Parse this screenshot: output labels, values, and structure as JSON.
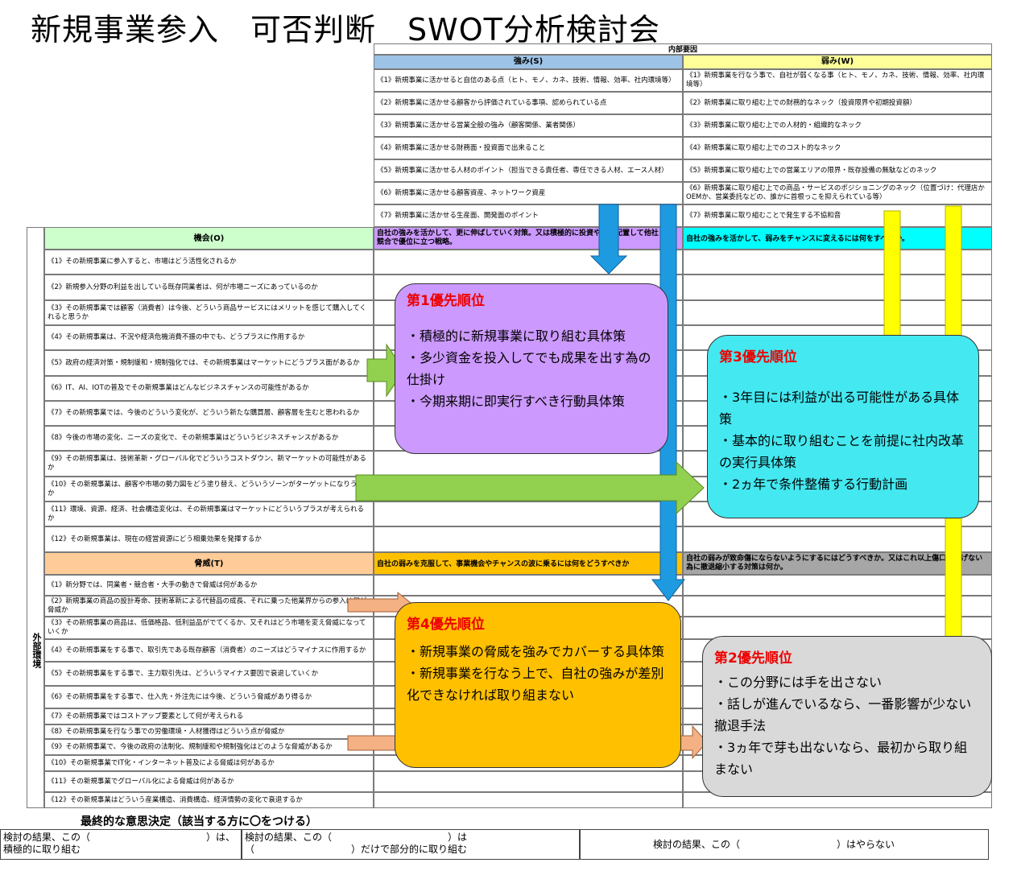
{
  "title": "新規事業参入　可否判断　SWOT分析検討会",
  "internal_header": "内部要因",
  "strength_header": "強み(S)",
  "weakness_header": "弱み(W)",
  "strengths": [
    "《1》新規事業に活かせると自信のある点（ヒト、モノ、カネ、技術、情報、効率、社内環境等）",
    "《2》新規事業に活かせる顧客から評価されている事項、認められている点",
    "《3》新規事業に活かせる営業全般の強み（顧客関係、業者関係）",
    "《4》新規事業に活かせる財務面・投資面で出来ること",
    "《5》新規事業に活かせる人材のポイント（担当できる責任者、専任できる人材、エース人材）",
    "《6》新規事業に活かせる顧客資産、ネットワーク資産",
    "《7》新規事業に活かせる生産面、開発面のポイント"
  ],
  "weaknesses": [
    "《1》新規事業を行なう事で、自社が弱くなる事（ヒト、モノ、カネ、技術、情報、効率、社内環境等）",
    "《2》新規事業に取り組む上での財務的なネック（投資限界や初期投資額）",
    "《3》新規事業に取り組む上での人材的・組織的なネック",
    "《4》新規事業に取り組む上でのコスト的なネック",
    "《5》新規事業に取り組む上での営業エリアの限界・既存設備の無駄などのネック",
    "《6》新規事業に取り組む上での商品・サービスのポジショニングのネック（位置づけ：代理店かOEMか、営業委託などの、誰かに首根っこを抑えられている等）",
    "《7》新規事業に取り組むことで発生する不協和音"
  ],
  "external_label": "外部環境",
  "opportunity_header": "機会(O)",
  "so_header": "自社の強みを活かして、更に伸ばしていく対策。又は積極的に投資や人材配置して他社との競合で優位に立つ戦略。",
  "wo_header": "自社の強みを活かして、弱みをチャンスに変えるには何をすべきか。",
  "opportunities": [
    "《1》その新規事業に参入すると、市場はどう活性化されるか",
    "《2》新規参入分野の利益を出している既存同業者は、何が市場ニーズにあっているのか",
    "《3》その新規事業では顧客（消費者）は今後、どういう商品サービスにはメリットを感じて購入してくれると思うか",
    "《4》その新規事業は、不況や経済危機消費不振の中でも、どうプラスに作用するか",
    "《5》政府の経済対策・規制緩和・規制強化では、その新規事業はマーケットにどうプラス面があるか",
    "《6》IT、AI、IOTの普及でその新規事業はどんなビジネスチャンスの可能性があるか",
    "《7》その新規事業では、今後のどういう変化が、どういう新たな購買層、顧客層を生むと思われるか",
    "《8》今後の市場の変化、ニーズの変化で、その新規事業はどういうビジネスチャンスがあるか",
    "《9》その新規事業は、技術革新・グローバル化でどういうコストダウン、新マーケットの可能性があるか",
    "《10》その新規事業は、顧客や市場の勢力図をどう塗り替え、どういうゾーンがターゲットになりうるか",
    "《11》環境、資源、経済、社会構造変化は、その新規事業はマーケットにどういうプラスが考えられるか",
    "《12》その新規事業は、現在の経営資源にどう相乗効果を発揮するか"
  ],
  "threat_header": "脅威(T)",
  "st_header": "自社の弱みを克服して、事業機会やチャンスの波に乗るには何をどうすべきか",
  "wt_header": "自社の弱みが致命傷にならないようにするにはどうすべきか。又はこれ以上傷口を広げない為に撤退縮小する対策は何か。",
  "threats": [
    "《1》新分野では、同業者・競合者・大手の動きで脅威は何があるか",
    "《2》新規事業の商品の設計寿命、技術革新による代替品の成長、それに乗った他業界からの参入は何が脅威か",
    "《3》その新規事業の商品は、低価格品、低利益品がでてくるか、又それはどう市場を変え脅威になっていくか",
    "《4》その新規事業をする事で、取引先である既存顧客（消費者）のニーズはどうマイナスに作用するか",
    "《5》その新規事業をする事で、主力取引先は、どういうマイナス要因で衰退していくか",
    "《6》その新規事業をする事で、仕入先・外注先には今後、どういう脅威があり得るか",
    "《7》その新規事業ではコストアップ要素として何が考えられる",
    "《8》その新規事業を行なう事での労働環境・人材獲得はどういう点が脅威か",
    "《9》その新規事業で、今後の政府の法制化、規制緩和や規制強化はどのような脅威があるか",
    "《10》その新規事業でIT化・インターネット普及による脅威は何があるか",
    "《11》その新規事業でグローバル化による脅威は何があるか",
    "《12》その新規事業はどういう産業構造、消費構造、経済情勢の変化で衰退するか"
  ],
  "priority1": {
    "title": "第1優先順位",
    "lines": [
      "・積極的に新規事業に取り組む具体策",
      "・多少資金を投入してでも成果を出す為の仕掛け",
      "・今期来期に即実行すべき行動具体策"
    ]
  },
  "priority2": {
    "title": "第2優先順位",
    "lines": [
      "・この分野には手を出さない",
      "・話しが進んでいるなら、一番影響が少ない撤退手法",
      "・3ヵ年で芽も出ないなら、最初から取り組まない"
    ]
  },
  "priority3": {
    "title": "第3優先順位",
    "lines": [
      "・3年目には利益が出る可能性がある具体策",
      "・基本的に取り組むことを前提に社内改革の実行具体策",
      "・2ヵ年で条件整備する行動計画"
    ]
  },
  "priority4": {
    "title": "第4優先順位",
    "lines": [
      "・新規事業の脅威を強みでカバーする具体策",
      "・新規事業を行なう上で、自社の強みが差別化できなければ取り組まない"
    ]
  },
  "decision_title": "最終的な意思決定（該当する方に〇をつける）",
  "decision1": "検討の結果、この（　　　　　　　　　　　　）は、積極的に取り組む",
  "decision2": "検討の結果、この（　　　　　　　　　　　　）は（　　　　　　　　　　）だけで部分的に取り組む",
  "decision3": "検討の結果、この（　　　　　　　　　　）はやらない",
  "colors": {
    "strength": "#9dc3e6",
    "weakness": "#ffff99",
    "opportunity": "#ccffcc",
    "threat": "#ffcc99",
    "so": "#cc99ff",
    "wo": "#00ffff",
    "st": "#ffc000",
    "wt": "#a6a6a6"
  }
}
